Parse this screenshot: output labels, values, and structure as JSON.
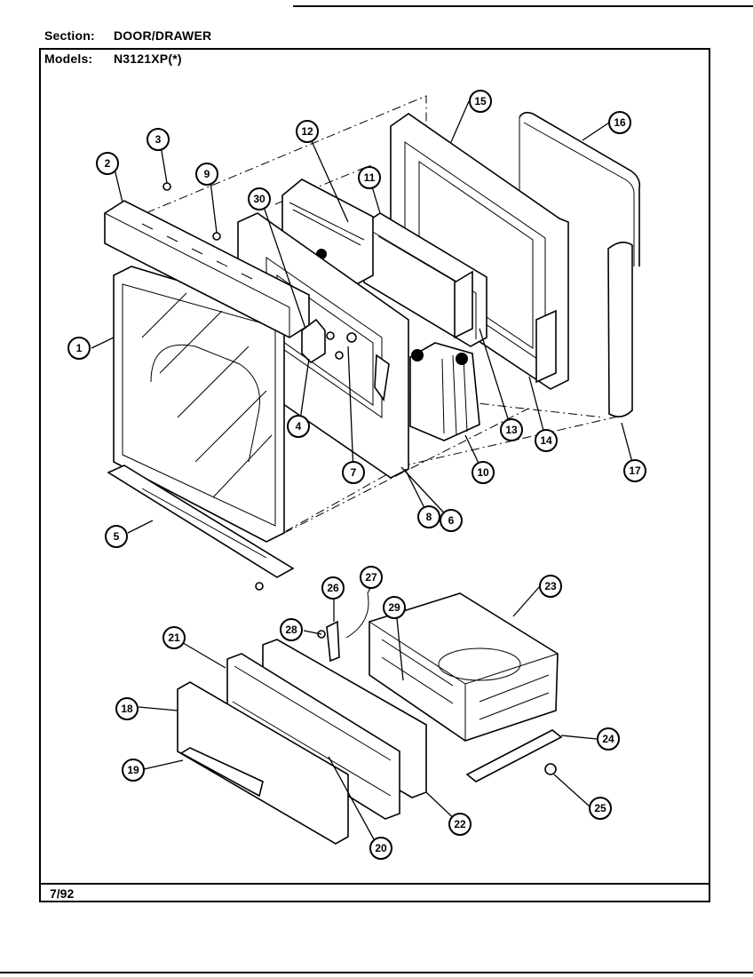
{
  "header": {
    "section_label": "Section:",
    "section_value": "DOOR/DRAWER",
    "models_label": "Models:",
    "models_value": "N3121XP(*)"
  },
  "footer": {
    "date": "7/92"
  },
  "callouts": [
    {
      "id": "c1",
      "label": "1"
    },
    {
      "id": "c2",
      "label": "2"
    },
    {
      "id": "c3",
      "label": "3"
    },
    {
      "id": "c4",
      "label": "4"
    },
    {
      "id": "c5",
      "label": "5"
    },
    {
      "id": "c6",
      "label": "6"
    },
    {
      "id": "c7",
      "label": "7"
    },
    {
      "id": "c8",
      "label": "8"
    },
    {
      "id": "c9",
      "label": "9"
    },
    {
      "id": "c10",
      "label": "10"
    },
    {
      "id": "c11",
      "label": "11"
    },
    {
      "id": "c12",
      "label": "12"
    },
    {
      "id": "c13",
      "label": "13"
    },
    {
      "id": "c14",
      "label": "14"
    },
    {
      "id": "c15",
      "label": "15"
    },
    {
      "id": "c16",
      "label": "16"
    },
    {
      "id": "c17",
      "label": "17"
    },
    {
      "id": "c18",
      "label": "18"
    },
    {
      "id": "c19",
      "label": "19"
    },
    {
      "id": "c20",
      "label": "20"
    },
    {
      "id": "c21",
      "label": "21"
    },
    {
      "id": "c22",
      "label": "22"
    },
    {
      "id": "c23",
      "label": "23"
    },
    {
      "id": "c24",
      "label": "24"
    },
    {
      "id": "c25",
      "label": "25"
    },
    {
      "id": "c26",
      "label": "26"
    },
    {
      "id": "c27",
      "label": "27"
    },
    {
      "id": "c28",
      "label": "28"
    },
    {
      "id": "c29",
      "label": "29"
    },
    {
      "id": "c30",
      "label": "30"
    }
  ]
}
